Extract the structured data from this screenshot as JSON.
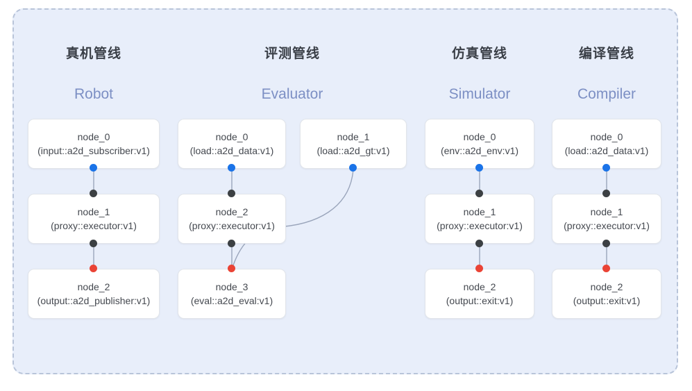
{
  "diagram": {
    "panel_bg": "#e8eefa",
    "panel_border": "#b8c4d9",
    "dot_colors": {
      "input": "#1a73e8",
      "proxy": "#3c4043",
      "output": "#ea4335"
    },
    "edge_color": "#9aa5bb",
    "title_color": "#3a3f47",
    "subtitle_color": "#7c8fc4"
  },
  "columns": [
    {
      "title": "真机管线",
      "subtitle": "Robot",
      "nodes": [
        {
          "id": "node_0",
          "kind": "(input::a2d_subscriber:v1)"
        },
        {
          "id": "node_1",
          "kind": "(proxy::executor:v1)"
        },
        {
          "id": "node_2",
          "kind": "(output::a2d_publisher:v1)"
        }
      ]
    },
    {
      "title": "评测管线",
      "subtitle": "Evaluator",
      "nodes": [
        {
          "id": "node_0",
          "kind": "(load::a2d_data:v1)"
        },
        {
          "id": "node_1",
          "kind": "(load::a2d_gt:v1)"
        },
        {
          "id": "node_2",
          "kind": "(proxy::executor:v1)"
        },
        {
          "id": "node_3",
          "kind": "(eval::a2d_eval:v1)"
        }
      ]
    },
    {
      "title": "仿真管线",
      "subtitle": "Simulator",
      "nodes": [
        {
          "id": "node_0",
          "kind": "(env::a2d_env:v1)"
        },
        {
          "id": "node_1",
          "kind": "(proxy::executor:v1)"
        },
        {
          "id": "node_2",
          "kind": "(output::exit:v1)"
        }
      ]
    },
    {
      "title": "编译管线",
      "subtitle": "Compiler",
      "nodes": [
        {
          "id": "node_0",
          "kind": "(load::a2d_data:v1)"
        },
        {
          "id": "node_1",
          "kind": "(proxy::executor:v1)"
        },
        {
          "id": "node_2",
          "kind": "(output::exit:v1)"
        }
      ]
    }
  ]
}
